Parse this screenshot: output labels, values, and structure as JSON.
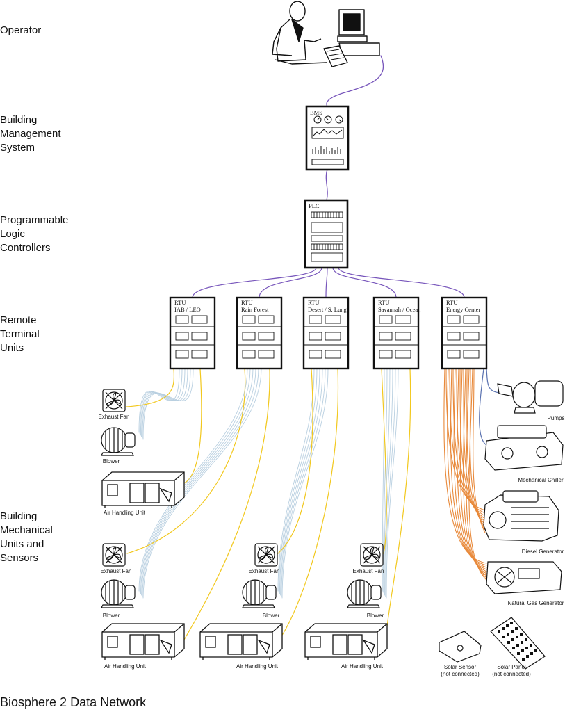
{
  "levels": [
    {
      "label": "Operator"
    },
    {
      "label": "Building\nManagement\nSystem"
    },
    {
      "label": "Programmable\nLogic\nControllers"
    },
    {
      "label": "Remote\nTerminal\nUnits"
    },
    {
      "label": "Building\nMechanical\nUnits and\nSensors"
    }
  ],
  "bms": {
    "label": "BMS"
  },
  "plc": {
    "label": "PLC"
  },
  "rtus": [
    {
      "line1": "RTU",
      "line2": "IAB / LEO"
    },
    {
      "line1": "RTU",
      "line2": "Rain Forest"
    },
    {
      "line1": "RTU",
      "line2": "Desert / S. Lung"
    },
    {
      "line1": "RTU",
      "line2": "Savannah / Ocean"
    },
    {
      "line1": "RTU",
      "line2": "Energy Center"
    }
  ],
  "units": {
    "exhaust_fan": "Exhaust Fan",
    "blower": "Blower",
    "air_handling_unit": "Air Handling Unit",
    "pumps": "Pumps",
    "mechanical_chiller": "Mechanical Chiller",
    "diesel_generator": "Diesel Generator",
    "natural_gas_generator": "Natural Gas Generator",
    "solar_sensor": "Solar Sensor",
    "solar_panel": "Solar Panel",
    "not_connected": "(not connected)"
  },
  "footer": {
    "title": "Biosphere 2 Data Network"
  },
  "colors": {
    "network_link": "#7755bb",
    "sensor_link": "#f2c81e",
    "data_bundle": "#b8cfe0",
    "energy_link": "#e8893a",
    "mechanical_link": "#5a72b0"
  }
}
